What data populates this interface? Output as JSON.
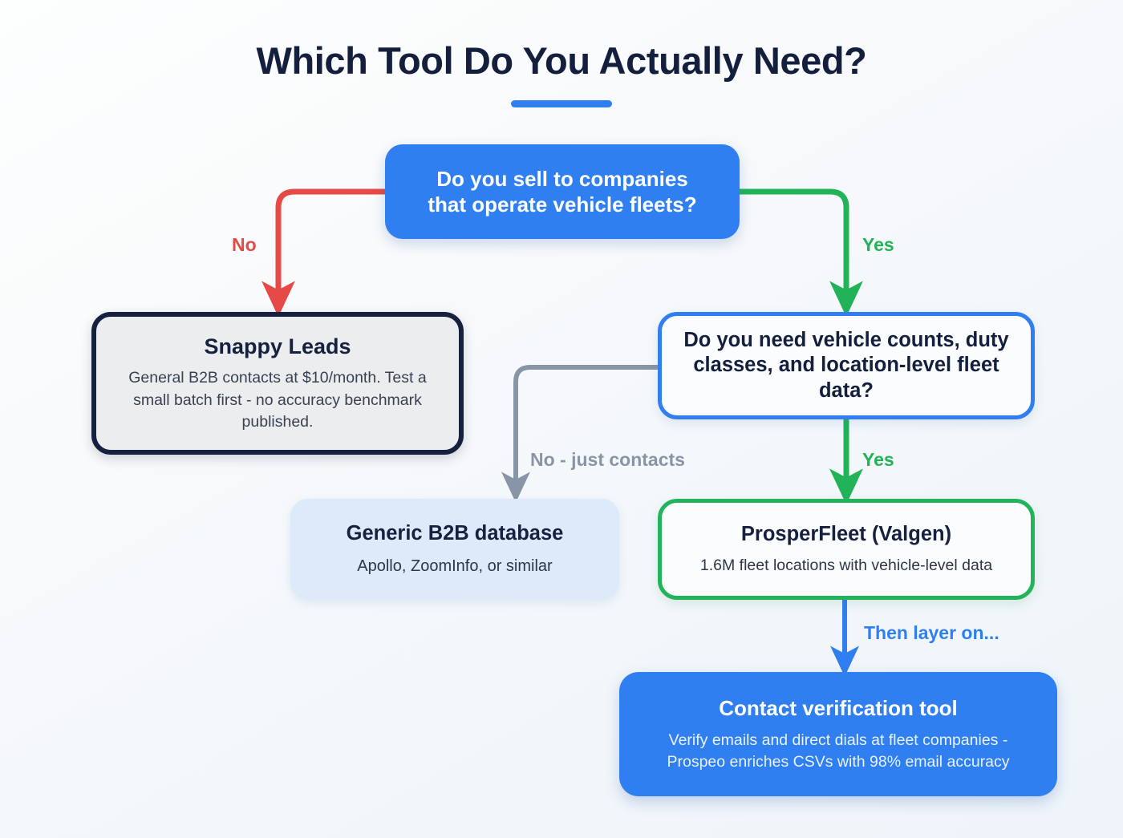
{
  "header": {
    "title": "Which Tool Do You Actually Need?",
    "rule_color": "#2f7ff0"
  },
  "palette": {
    "brand_blue": "#2f7ff0",
    "green": "#23b45b",
    "red": "#e64a46",
    "gray": "#8895a6",
    "navy": "#16203f",
    "light_blue_fill": "#ddeafa",
    "gray_fill": "#ebedef",
    "background": "#f4f7fa"
  },
  "diagram": {
    "type": "flowchart",
    "nodes": [
      {
        "id": "decision-1",
        "kind": "decision",
        "title": "Do you sell to companies that operate vehicle fleets?",
        "title_line_1": "Do you sell to companies",
        "title_line_2": "that operate vehicle fleets?",
        "subtitle": "",
        "style": "solid-blue"
      },
      {
        "id": "snappy-leads",
        "kind": "outcome",
        "title": "Snappy Leads",
        "subtitle": "General B2B contacts at $10/month. Test a small batch first - no accuracy benchmark published.",
        "style": "navy-outline"
      },
      {
        "id": "decision-2",
        "kind": "decision",
        "title": "Do you need vehicle counts, duty classes, and location-level fleet data?",
        "subtitle": "",
        "style": "blue-outline"
      },
      {
        "id": "generic-b2b",
        "kind": "outcome",
        "title": "Generic B2B database",
        "subtitle": "Apollo, ZoomInfo, or similar",
        "style": "light-blue-fill"
      },
      {
        "id": "prosperfleet",
        "kind": "outcome",
        "title": "ProsperFleet (Valgen)",
        "subtitle": "1.6M fleet locations with vehicle-level data",
        "style": "green-outline"
      },
      {
        "id": "contact-verification",
        "kind": "outcome",
        "title": "Contact verification tool",
        "subtitle": "Verify emails and direct dials at fleet companies - Prospeo enriches CSVs with 98% email accuracy",
        "subtitle_line_1": "Verify emails and direct dials at fleet companies -",
        "subtitle_line_2": "Prospeo enriches CSVs with 98% email accuracy",
        "style": "solid-blue"
      }
    ],
    "edges": [
      {
        "id": "edge-no-1",
        "from": "decision-1",
        "to": "snappy-leads",
        "label": "No",
        "color": "#e64a46"
      },
      {
        "id": "edge-yes-1",
        "from": "decision-1",
        "to": "decision-2",
        "label": "Yes",
        "color": "#22b358"
      },
      {
        "id": "edge-no-contacts",
        "from": "decision-2",
        "to": "generic-b2b",
        "label": "No - just contacts",
        "color": "#8895a6"
      },
      {
        "id": "edge-yes-2",
        "from": "decision-2",
        "to": "prosperfleet",
        "label": "Yes",
        "color": "#22b358"
      },
      {
        "id": "edge-then-layer",
        "from": "prosperfleet",
        "to": "contact-verification",
        "label": "Then layer on...",
        "color": "#2f7ff0"
      }
    ]
  }
}
